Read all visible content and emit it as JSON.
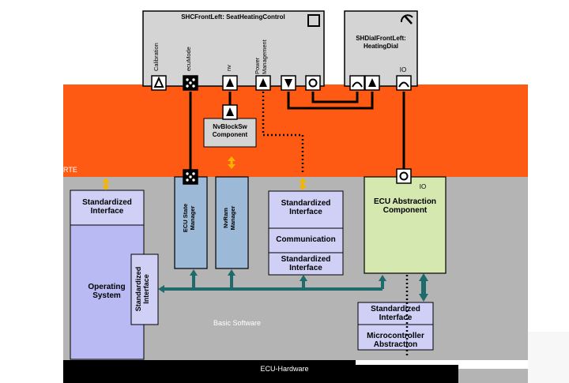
{
  "layers": {
    "rte": "RTE",
    "basic_software": "Basic Software",
    "ecu_hardware": "ECU-Hardware"
  },
  "swc": {
    "seat_heating": {
      "title": "SHCFrontLeft:  SeatHeatingControl",
      "ports": [
        "Calibration",
        "ecuMode",
        "nv",
        "Power Management"
      ]
    },
    "dial": {
      "title": "SHDialFrontLeft:",
      "subtitle": "HeatingDial",
      "port": "IO"
    }
  },
  "nvblock": {
    "line1": "NvBlockSw",
    "line2": "Component"
  },
  "bsw": {
    "left_std_interface": "Standardized Interface",
    "operating_system": "Operating System",
    "os_std_interface": "Standardized Interface",
    "ecu_state_manager": "ECU State Manager",
    "nvram_manager": "NvRam Manager",
    "comm_std_interface_top": "Standardized Interface",
    "communication": "Communication",
    "comm_std_interface_bottom": "Standardized Interface",
    "ecu_abstraction": "ECU Abstraction Component",
    "ecu_abstraction_port": "IO",
    "mc_std_interface": "Standardized Interface",
    "microcontroller_abstraction": "Microcontroller Abstraction"
  },
  "colors": {
    "rte": "#ff5a14",
    "bsw": "#b4b4b4",
    "swc": "#d4d4d4",
    "os": "#b9b9f3",
    "manager": "#9db9d8",
    "ecu_abstraction": "#d5e8b0",
    "interface": "#d0d0f7",
    "bus": "#1f6a6a",
    "yellow": "#f5b400",
    "hardware": "#000000"
  },
  "icons": [
    "arrow-up-port-icon",
    "dots-port-icon",
    "arrow-down-port-icon",
    "circle-port-icon",
    "curve-port-icon",
    "dial-icon",
    "double-arrow-icon"
  ]
}
